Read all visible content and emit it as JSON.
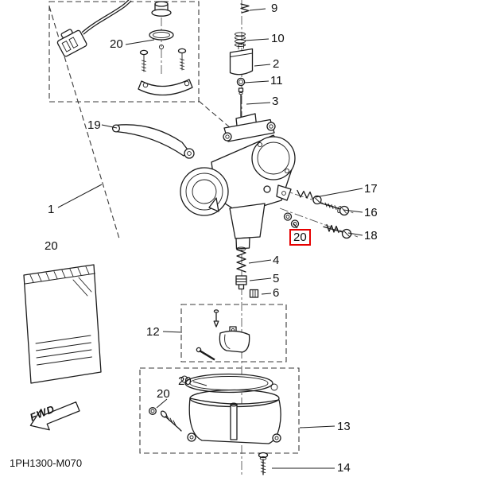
{
  "page": {
    "code": "1PH1300-M070",
    "fwd_label": "FWD"
  },
  "callouts": [
    {
      "id": "part-9",
      "label": "9"
    },
    {
      "id": "part-10",
      "label": "10"
    },
    {
      "id": "part-2",
      "label": "2"
    },
    {
      "id": "part-11",
      "label": "11"
    },
    {
      "id": "part-3",
      "label": "3"
    },
    {
      "id": "part-20-top-assembly",
      "label": "20"
    },
    {
      "id": "part-19",
      "label": "19"
    },
    {
      "id": "part-17",
      "label": "17"
    },
    {
      "id": "part-16",
      "label": "16"
    },
    {
      "id": "part-18",
      "label": "18"
    },
    {
      "id": "part-20-highlighted",
      "label": "20",
      "highlighted": true
    },
    {
      "id": "part-1",
      "label": "1"
    },
    {
      "id": "part-20-parts-bag",
      "label": "20"
    },
    {
      "id": "part-4",
      "label": "4"
    },
    {
      "id": "part-5",
      "label": "5"
    },
    {
      "id": "part-6",
      "label": "6"
    },
    {
      "id": "part-12",
      "label": "12"
    },
    {
      "id": "part-20-bowl-gasket",
      "label": "20"
    },
    {
      "id": "part-20-bowl-oring",
      "label": "20"
    },
    {
      "id": "part-13",
      "label": "13"
    },
    {
      "id": "part-14",
      "label": "14"
    }
  ]
}
